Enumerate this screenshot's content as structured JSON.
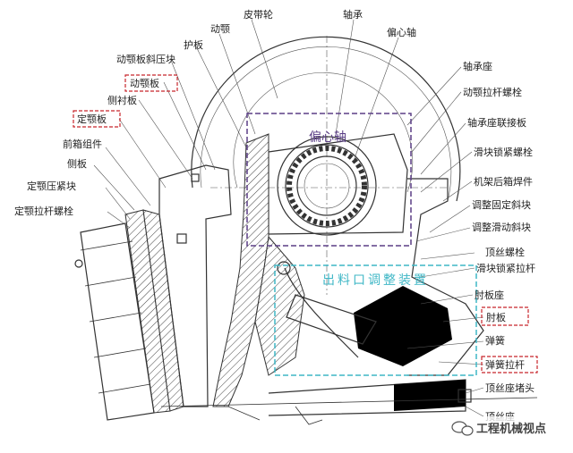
{
  "labels": {
    "belt_pulley": "皮带轮",
    "bearing": "轴承",
    "eccentric_shaft": "偏心轴",
    "movable_jaw": "动颚",
    "guard_plate": "护板",
    "movable_jaw_press_block": "动颚板斜压块",
    "movable_jaw_plate": "动颚板",
    "side_liner": "侧衬板",
    "fixed_jaw_plate": "定颚板",
    "front_box_assembly": "前箱组件",
    "side_plate": "侧板",
    "fixed_jaw_clamp_block": "定颚压紧块",
    "fixed_jaw_tie_bolt": "定颚拉杆螺栓",
    "bearing_seat": "轴承座",
    "movable_jaw_tie_bolt": "动颚拉杆螺栓",
    "bearing_seat_joint_plate": "轴承座联接板",
    "slider_lock_bolt": "滑块锁紧螺栓",
    "frame_rear_box_weld": "机架后箱焊件",
    "adjust_fixed_wedge": "调整固定斜块",
    "adjust_sliding_wedge": "调整滑动斜块",
    "jack_screw_bolt": "顶丝螺栓",
    "slider_lock_rod": "滑块锁紧拉杆",
    "toggle_seat": "肘板座",
    "toggle_plate": "肘板",
    "spring": "弹簧",
    "spring_rod": "弹簧拉杆",
    "jack_screw_seat_plug": "顶丝座堵头",
    "jack_screw_seat": "顶丝座"
  },
  "annotations": {
    "eccentric_box": "偏心轴",
    "discharge_box": "出料口调整装置"
  },
  "watermark": "工程机械视点",
  "colors": {
    "eccentric_box": "#5b3f86",
    "discharge_box": "#3fb7c6",
    "highlight_box": "#c8252b"
  }
}
